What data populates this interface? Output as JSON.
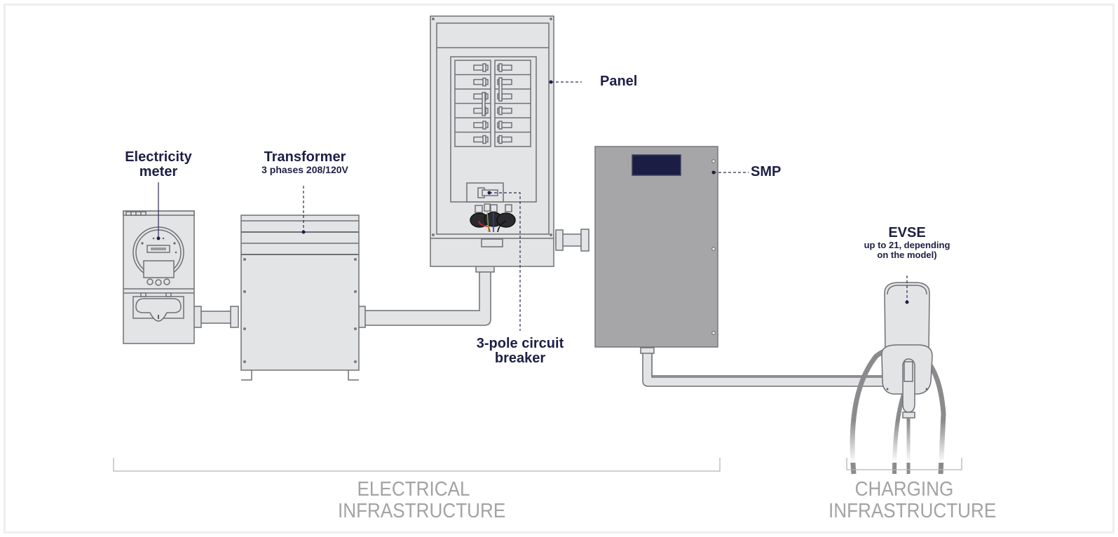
{
  "diagram": {
    "title": "EV charging installation: electrical and charging infrastructure",
    "colors": {
      "label": "#1c1f45",
      "group_label": "#a3a3a3",
      "equipment_fill": "#e3e4e6",
      "equipment_stroke": "#6f7074",
      "smp_fill": "#a6a5a7",
      "smp_display": "#1b1d44",
      "bracket": "#b5b5b5"
    },
    "components": {
      "meter": {
        "title_line1": "Electricity",
        "title_line2": "meter"
      },
      "transformer": {
        "title": "Transformer",
        "subtitle": "3 phases 208/120V"
      },
      "panel": {
        "title": "Panel"
      },
      "breaker": {
        "title_line1": "3-pole circuit",
        "title_line2": "breaker"
      },
      "smp": {
        "title": "SMP"
      },
      "evse": {
        "title": "EVSE",
        "subtitle_line1": "up to 21, depending",
        "subtitle_line2": "on the model)"
      }
    },
    "groups": [
      {
        "line1": "ELECTRICAL",
        "line2": "INFRASTRUCTURE",
        "spans": [
          "Electricity meter",
          "Transformer",
          "Panel",
          "SMP"
        ]
      },
      {
        "line1": "CHARGING",
        "line2": "INFRASTRUCTURE",
        "spans": [
          "EVSE"
        ]
      }
    ],
    "panel_breakers": {
      "columns": 2,
      "rows": 6
    }
  }
}
